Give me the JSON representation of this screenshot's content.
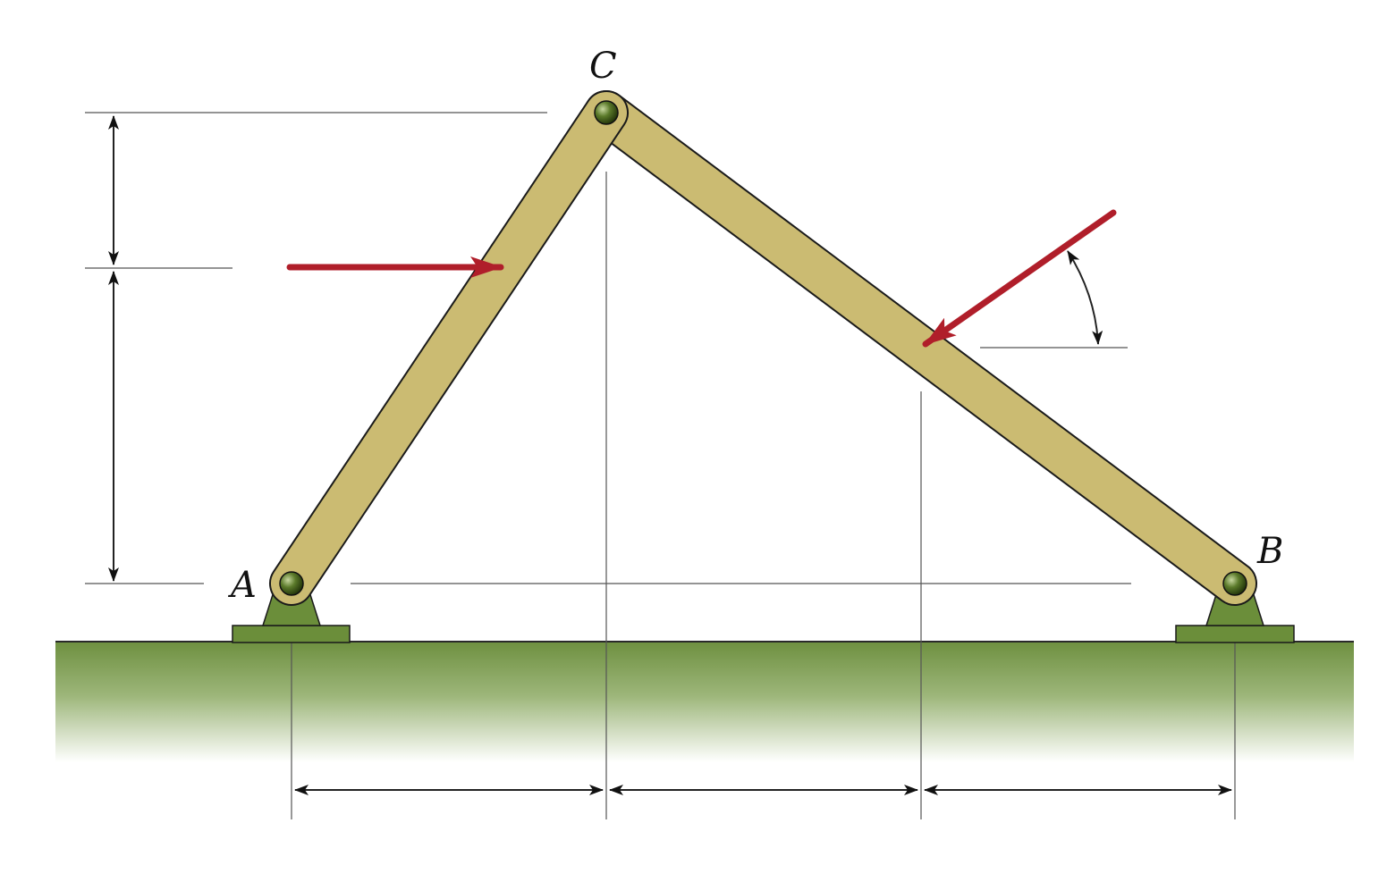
{
  "labels": {
    "point_a": "A",
    "point_b": "B",
    "point_c": "C"
  },
  "colors": {
    "member_fill": "#cbbb72",
    "member_stroke": "#1a1a1a",
    "pin": "#4a6a20",
    "support": "#6b8e3a",
    "ground_top": "#6e9040",
    "force_arrow": "#b01e2a",
    "dimension_line": "#222222",
    "extension_line": "#555555"
  }
}
